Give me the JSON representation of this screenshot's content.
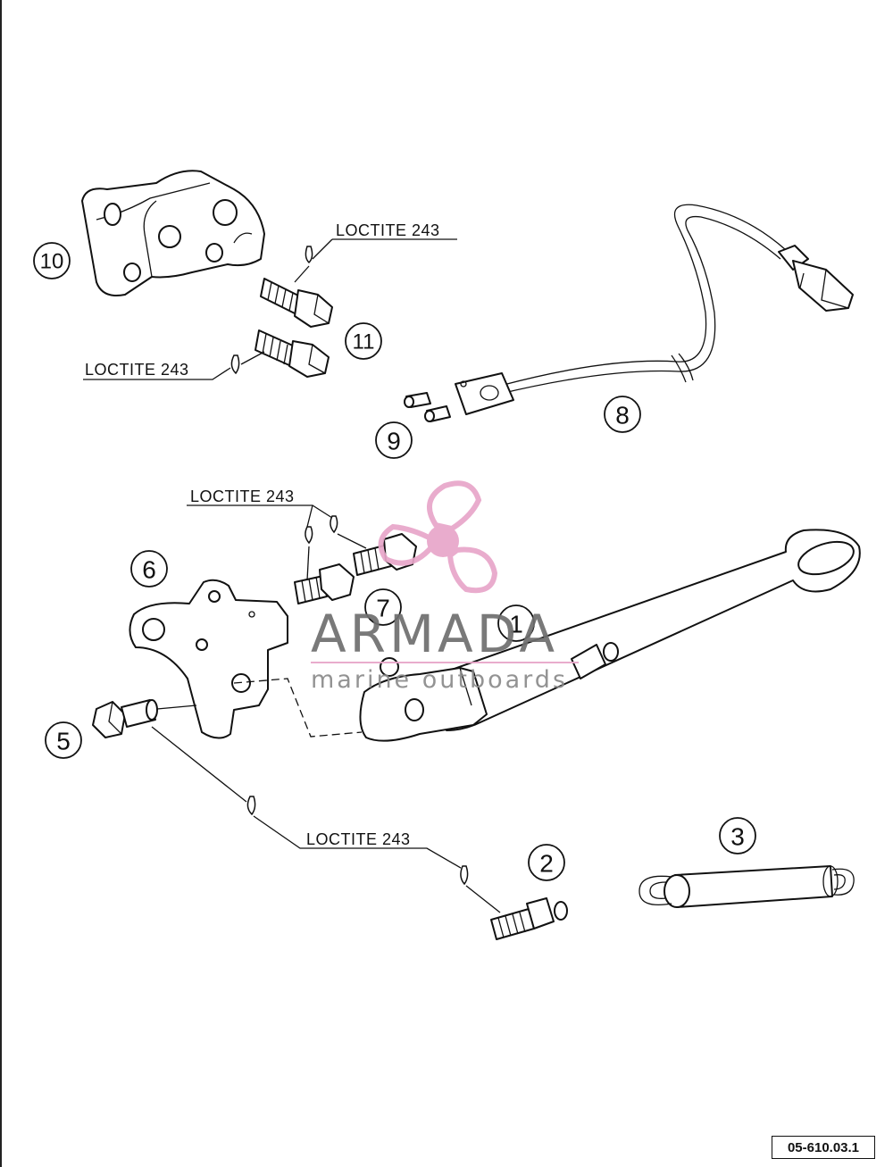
{
  "callouts": {
    "loctite": "LOCTITE 243"
  },
  "part_numbers": {
    "p1": "1",
    "p2": "2",
    "p3": "3",
    "p5": "5",
    "p6": "6",
    "p7": "7",
    "p8": "8",
    "p9": "9",
    "p10": "10",
    "p11": "11"
  },
  "reference_code": "05-610.03.1",
  "watermark": {
    "title": "ARMADA",
    "subtitle": "marine outboards",
    "colors": {
      "propeller": "#e8a6c9",
      "hub": "#e8a6c9",
      "text": "#6e6e6e"
    }
  },
  "colors": {
    "ink": "#111111",
    "background": "#ffffff"
  }
}
